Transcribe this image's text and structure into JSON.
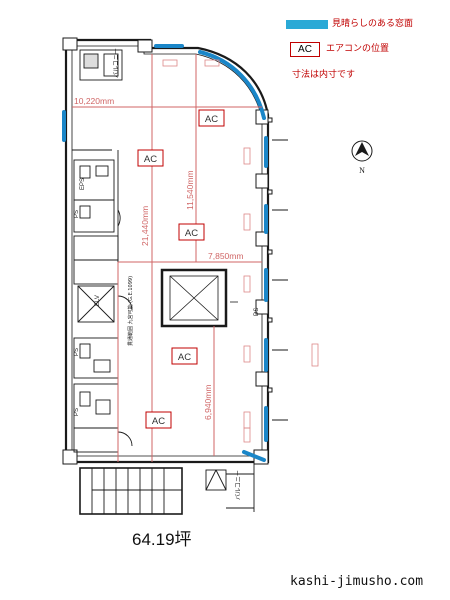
{
  "legend": {
    "view_window_text": "見晴らしのある窓面",
    "ac_symbol": "AC",
    "ac_text": "エアコンの位置",
    "note": "寸法は内寸です"
  },
  "compass": {
    "label": "N"
  },
  "dimensions": {
    "width_top": "10,220mm",
    "length_total": "21,440mm",
    "length_upper": "11,540mm",
    "width_middle": "7,850mm",
    "length_lower": "6,940mm"
  },
  "ac_units": [
    "AC",
    "AC",
    "AC",
    "AC",
    "AC"
  ],
  "labels": {
    "elv": "ELV",
    "ps": "PS",
    "ds": "DS",
    "eps": "EPS",
    "balcony": "バルコニー",
    "shaft_note": "貫通範囲 九宮可能 (G.E.1099)"
  },
  "area": "64.19坪",
  "site": "kashi-jimusho.com",
  "colors": {
    "wall": "#1a1a1a",
    "window_highlight": "#1a86c8",
    "legend_swatch": "#2aa9d6",
    "dimension": "#d06666",
    "ac_box": "#c00000"
  }
}
